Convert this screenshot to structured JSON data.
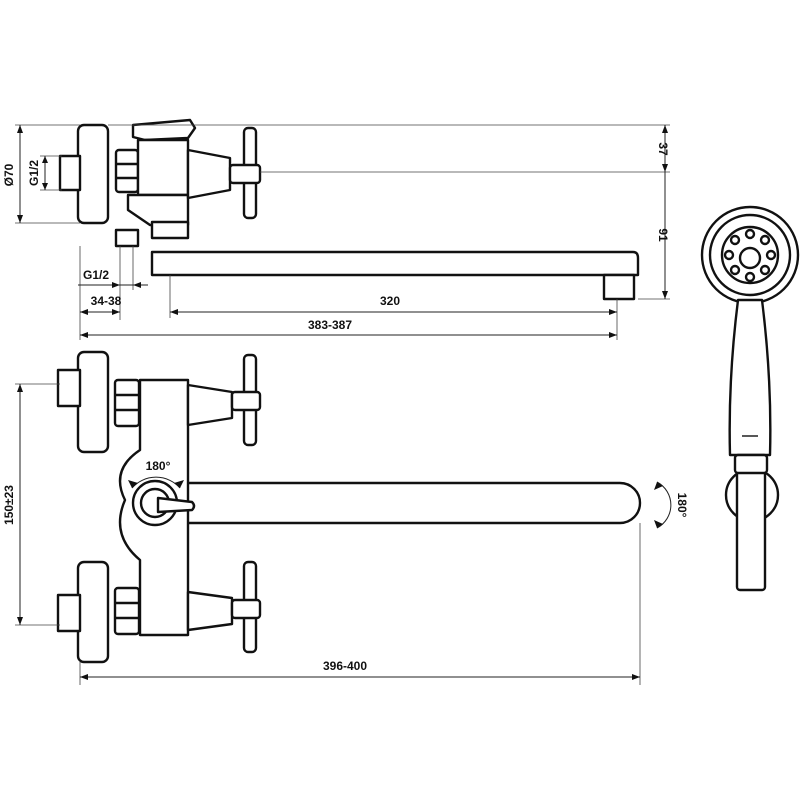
{
  "dimensions": {
    "diameter": "Ø70",
    "thread_top": "G1/2",
    "height_37": "37",
    "height_91": "91",
    "thread_bottom": "G1/2",
    "range_34_38": "34-38",
    "spout_320": "320",
    "length_383_387": "383-387",
    "spacing_150": "150±23",
    "rotation_left": "180°",
    "rotation_right": "180°",
    "length_396_400": "396-400"
  }
}
